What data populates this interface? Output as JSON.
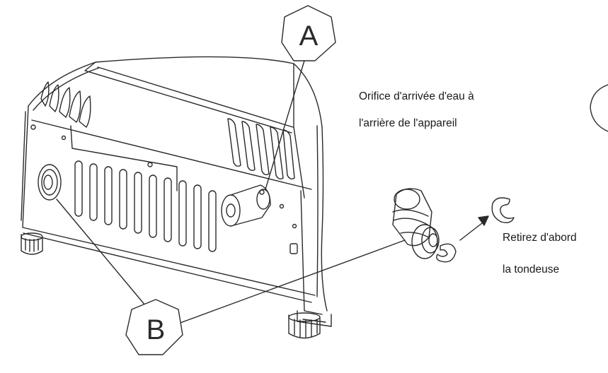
{
  "callouts": {
    "a_label": "A",
    "b_label": "B"
  },
  "annotations": {
    "inlet_line1": "Orifice d'arrivée d'eau à",
    "inlet_line2": "l'arrière de l'appareil",
    "remove_line1": "Retirez d'abord",
    "remove_line2": "la tondeuse"
  },
  "colors": {
    "line": "#2a2a2a",
    "background": "#ffffff"
  }
}
